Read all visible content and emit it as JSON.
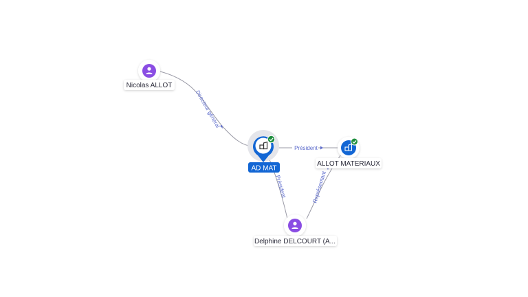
{
  "colors": {
    "edge": "#9a9aa6",
    "edge_label": "#5b6acb",
    "person": "#8a4de3",
    "company": "#1266d4",
    "check": "#1e8e3e",
    "label_text": "#2b2b3a"
  },
  "nodes": {
    "nicolas": {
      "label": "Nicolas ALLOT",
      "icon": "person-icon"
    },
    "admat": {
      "label": "AD MAT",
      "icon": "company-icon",
      "status": "check-icon"
    },
    "allot": {
      "label": "ALLOT MATERIAUX",
      "icon": "company-icon",
      "status": "check-icon"
    },
    "delphine": {
      "label": "Delphine DELCOURT (A...",
      "icon": "person-icon"
    }
  },
  "edges": {
    "nicolas_admat": {
      "label": "Directeur général"
    },
    "admat_allot": {
      "label": "Président"
    },
    "delphine_admat": {
      "label": "Président"
    },
    "delphine_allot": {
      "label": "Représentant"
    }
  }
}
